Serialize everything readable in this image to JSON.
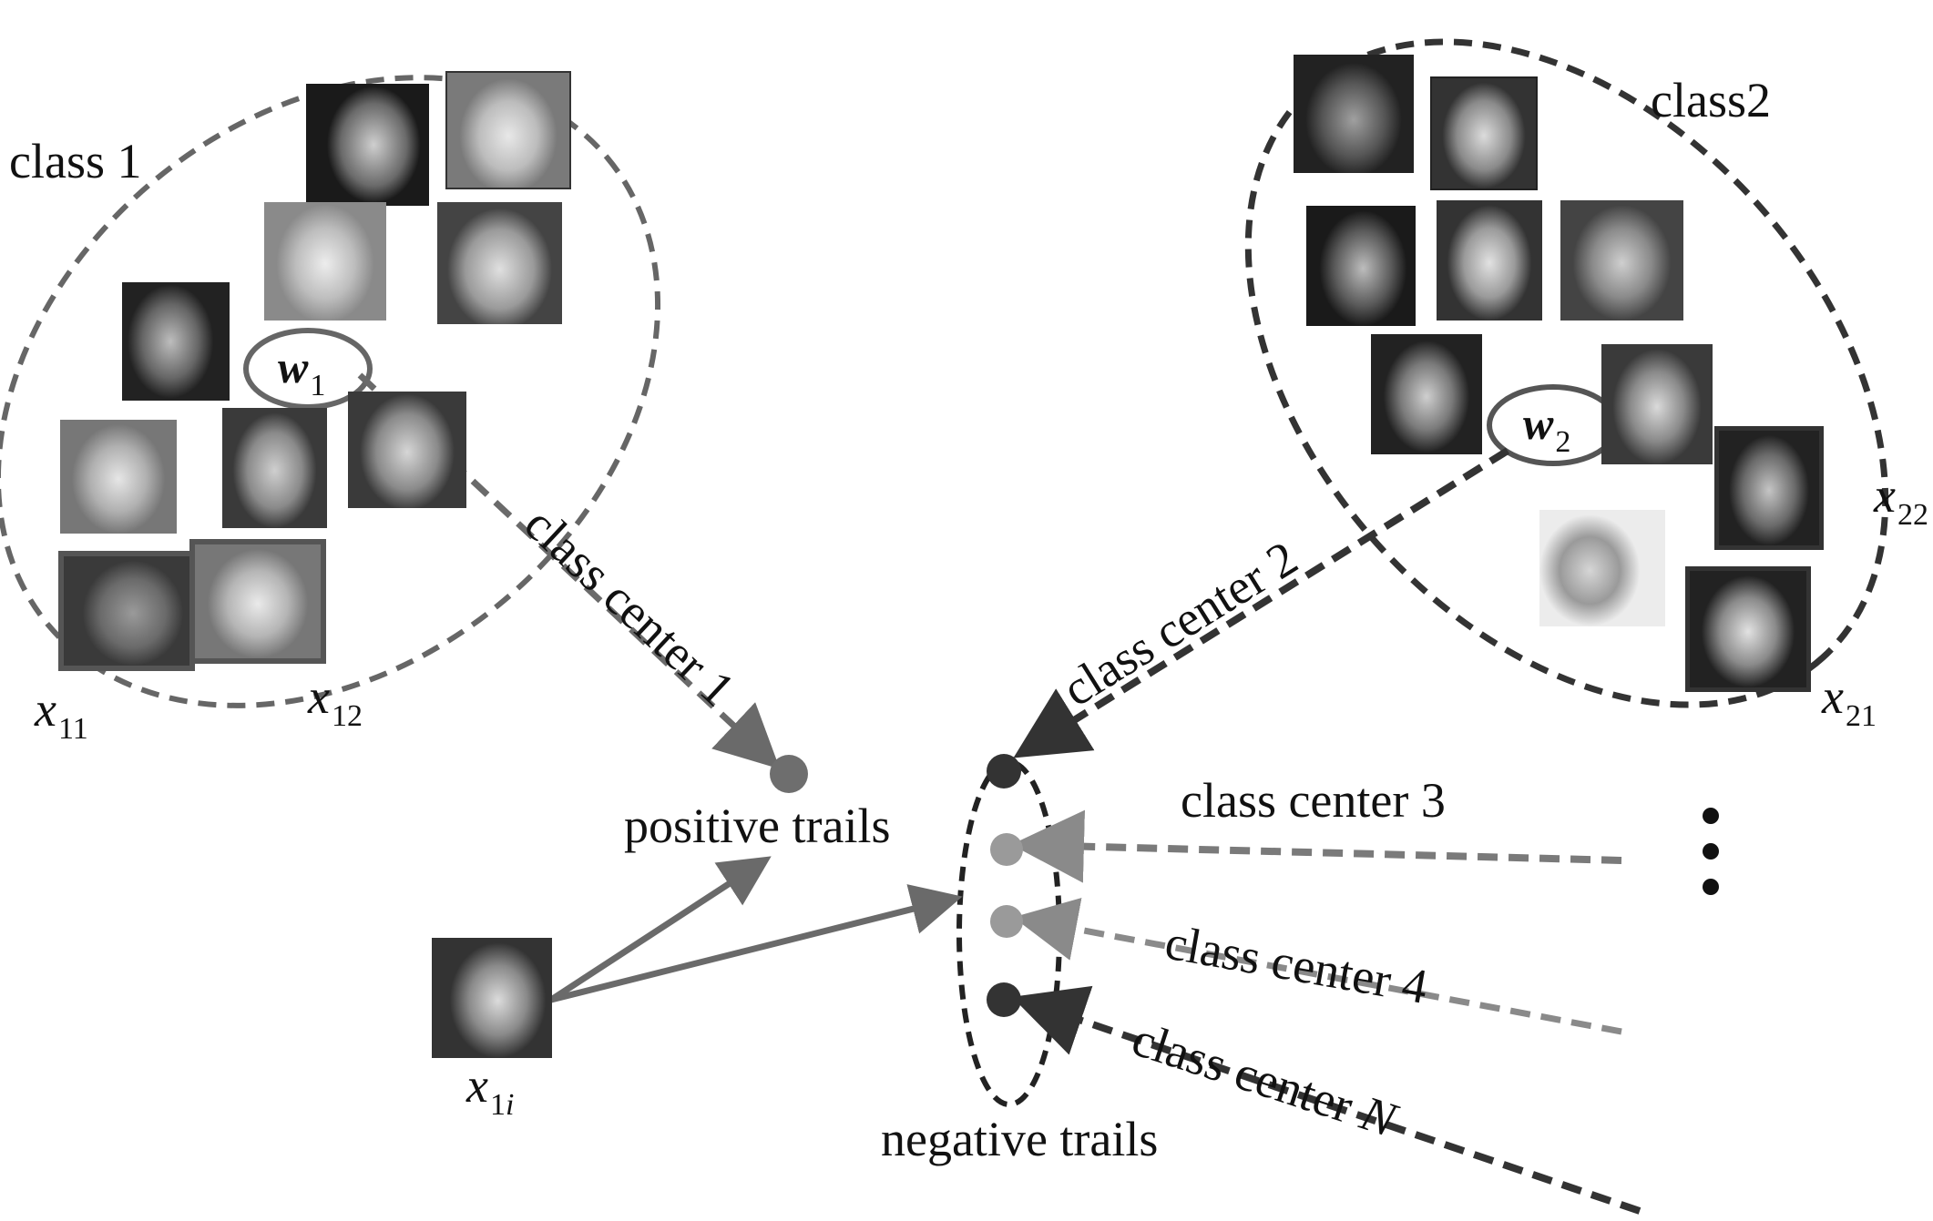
{
  "labels": {
    "class1": "class 1",
    "class2": "class2",
    "w1_letter": "w",
    "w1_sub": "1",
    "w2_letter": "w",
    "w2_sub": "2",
    "x11_letter": "x",
    "x11_sub": "11",
    "x12_letter": "x",
    "x12_sub": "12",
    "x21_letter": "x",
    "x21_sub": "21",
    "x22_letter": "x",
    "x22_sub": "22",
    "x1i_letter": "x",
    "x1i_sub_num": "1",
    "x1i_sub_i": "i",
    "class_center_1": "class center 1",
    "class_center_2": "class center 2",
    "class_center_3": "class center 3",
    "class_center_4": "class center 4",
    "class_center_N_prefix": "class center ",
    "class_center_N_var": "N",
    "positive_trails": "positive trails",
    "negative_trails": "negative trails"
  },
  "colors": {
    "class1_ellipse": "#666666",
    "class2_ellipse": "#333333",
    "positive_dot": "#6e6e6e",
    "negative_dot_dark": "#333333",
    "negative_dot_light": "#9a9a9a",
    "arrow_solid": "#6a6a6a"
  },
  "icons": {
    "face_photo": "face-photo-icon",
    "continuation": "ellipsis-icon"
  }
}
